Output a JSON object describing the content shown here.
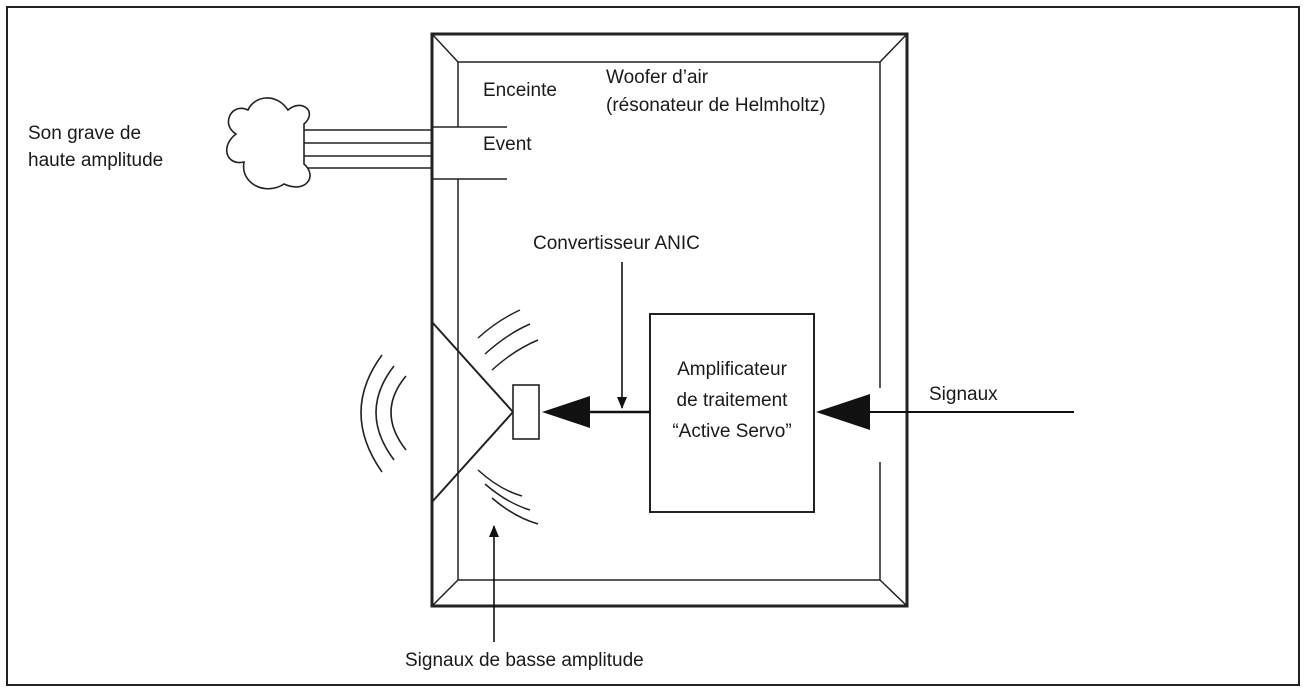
{
  "labels": {
    "low_bass": [
      "Son grave de",
      "haute amplitude"
    ],
    "enclosure": "Enceinte",
    "air_woofer": [
      "Woofer d’air",
      "(résonateur de Helmholtz)"
    ],
    "vent": "Event",
    "converter": "Convertisseur ANIC",
    "amplifier": [
      "Amplificateur",
      "de traitement",
      "“Active Servo”"
    ],
    "signals": "Signaux",
    "low_amplitude": "Signaux de basse amplitude"
  }
}
